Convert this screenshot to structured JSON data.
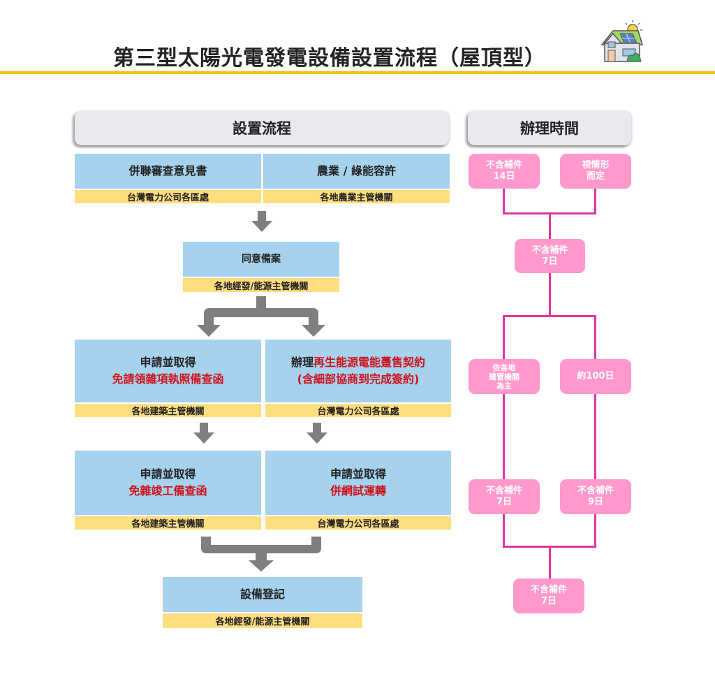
{
  "title": "第三型太陽光電發電設備設置流程（屋頂型）",
  "title_icon": "solar-house-icon",
  "colors": {
    "accent_rule": "#f5c000",
    "step_box": "#a6d2ed",
    "agency_bar": "#ffde80",
    "highlight_text": "#d0121b",
    "time_box": "#ff99cc",
    "time_line": "#e4329c",
    "arrow": "#7f7f7f"
  },
  "headers": {
    "process": "設置流程",
    "time": "辦理時間"
  },
  "steps": {
    "s1a": {
      "lines": [
        "併聯審查意見書"
      ],
      "agency": "台灣電力公司各區處"
    },
    "s1b": {
      "lines": [
        "農業 / 綠能容許"
      ],
      "agency": "各地農業主管機關"
    },
    "s2": {
      "lines": [
        "同意備案"
      ],
      "agency": "各地經發/能源主管機關"
    },
    "s3a": {
      "prefix": "申請並取得",
      "highlight": "免請領雜項執照備查函",
      "agency": "各地建築主管機關"
    },
    "s3b": {
      "prefix": "辦理",
      "highlight": "再生能源電能躉售契約",
      "highlight2": "(含細部協商到完成簽約)",
      "agency": "台灣電力公司各區處"
    },
    "s4a": {
      "prefix": "申請並取得",
      "highlight": "免雜竣工備查函",
      "agency": "各地建築主管機關"
    },
    "s4b": {
      "prefix": "申請並取得",
      "highlight": "併網試運轉",
      "agency": "台灣電力公司各區處"
    },
    "s5": {
      "lines": [
        "設備登記"
      ],
      "agency": "各地經發/能源主管機關"
    }
  },
  "times": {
    "t1a": [
      "不含補件",
      "14日"
    ],
    "t1b": [
      "視情形",
      "而定"
    ],
    "t2": [
      "不含補件",
      "7日"
    ],
    "t3a": [
      "依各地",
      "建管機關",
      "為主"
    ],
    "t3b": [
      "約100日"
    ],
    "t4a": [
      "不含補件",
      "7日"
    ],
    "t4b": [
      "不含補件",
      "9日"
    ],
    "t5": [
      "不含補件",
      "7日"
    ]
  }
}
